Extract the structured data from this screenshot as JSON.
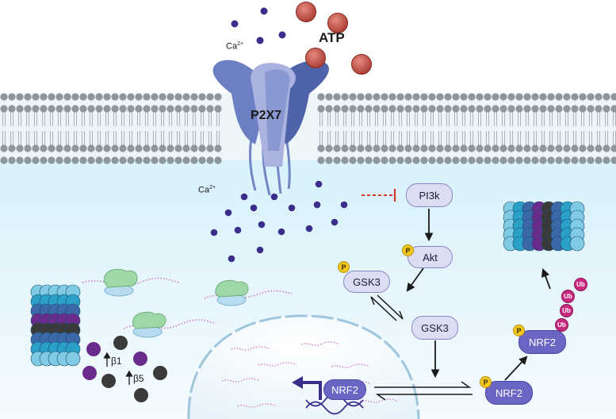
{
  "extracellular": {
    "ion_label": "Ca",
    "ion_charge": "2+",
    "atp_label": "ATP"
  },
  "receptor": {
    "label": "P2X7"
  },
  "intracellular": {
    "ion_label": "Ca",
    "ion_charge": "2+"
  },
  "pathway": {
    "pi3k": "PI3k",
    "akt": "Akt",
    "gsk3_phospho": "GSK3",
    "gsk3": "GSK3",
    "nrf2_nucleus": "NRF2",
    "nrf2_cyto": "NRF2",
    "nrf2_ub": "NRF2",
    "phospho_mark": "P",
    "ubiquitin_mark": "Ub"
  },
  "proteasome": {
    "beta1_label": "β1",
    "beta5_label": "β5"
  },
  "colors": {
    "membrane_head": "#9aa0a6",
    "cytoplasm": "#e6f6fc",
    "receptor": "#6f84c8",
    "atp": "#b8463c",
    "calcium": "#3a2d8c",
    "inhibition": "#d03a2a",
    "node_light": "#dcdcf2",
    "node_dark": "#6a66c4",
    "phosphate": "#f4c81c",
    "ubiquitin": "#c8287e",
    "mrna": "#d27ac4"
  }
}
